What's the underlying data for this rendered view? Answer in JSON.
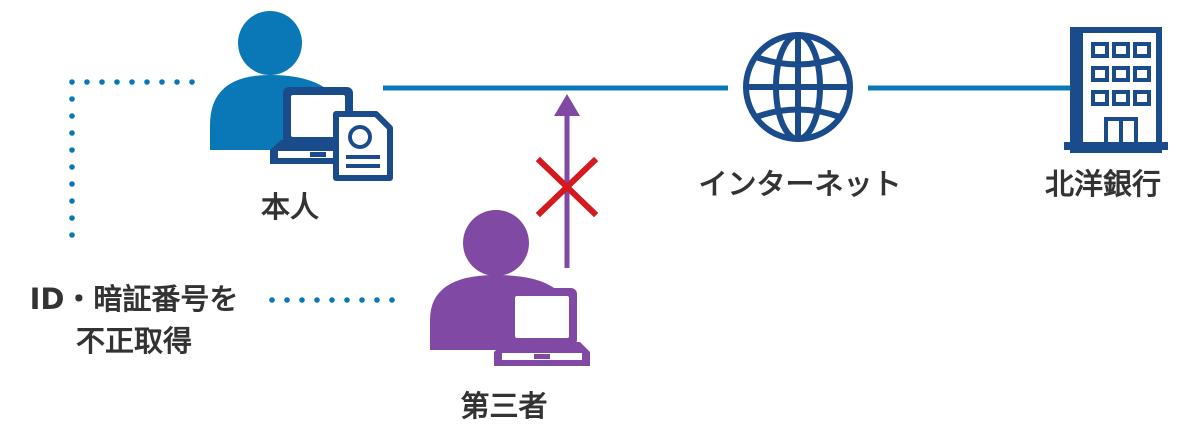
{
  "labels": {
    "person": "本人",
    "internet": "インターネット",
    "bank": "北洋銀行",
    "third_party": "第三者",
    "theft_line1": "ID・暗証番号を",
    "theft_line2": "不正取得"
  },
  "colors": {
    "person_blue": "#0a78b6",
    "bank_navy": "#1a4c8c",
    "third_party_purple": "#8049a4",
    "block_red": "#d4191f",
    "text_gray": "#333333"
  },
  "icons": {
    "person": "user-with-laptop-and-certificate-icon",
    "internet": "globe-icon",
    "bank": "office-building-icon",
    "third_party": "user-with-laptop-icon",
    "blocked": "cross-mark-icon"
  }
}
